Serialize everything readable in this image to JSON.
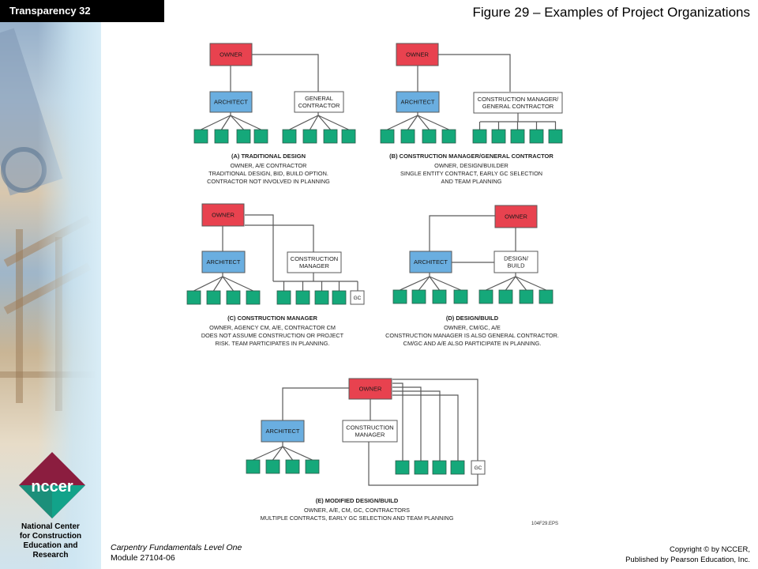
{
  "header": {
    "badge": "Transparency 32",
    "title": "Figure 29 – Examples of Project Organizations"
  },
  "sidebar": {
    "logo_text": "nccer",
    "org_name": [
      "National Center",
      "for Construction",
      "Education and",
      "Research"
    ]
  },
  "footer": {
    "course": "Carpentry Fundamentals Level One",
    "module": "Module 27104-06",
    "copyright": "Copyright © by NCCER,",
    "publisher": "Published by Pearson Education, Inc."
  },
  "colors": {
    "owner": "#e8424f",
    "architect": "#6aaee0",
    "contractor": "#ffffff",
    "sub": "#15a87a",
    "line": "#5a5a5a"
  },
  "diagrams": {
    "a": {
      "owner": "OWNER",
      "architect": "ARCHITECT",
      "contractor": [
        "GENERAL",
        "CONTRACTOR"
      ],
      "caption": "(A) TRADITIONAL DESIGN",
      "desc": [
        "OWNER, A/E CONTRACTOR",
        "TRADITIONAL DESIGN, BID, BUILD OPTION.",
        "CONTRACTOR NOT INVOLVED IN PLANNING"
      ]
    },
    "b": {
      "owner": "OWNER",
      "architect": "ARCHITECT",
      "contractor": [
        "CONSTRUCTION MANAGER/",
        "GENERAL CONTRACTOR"
      ],
      "caption": "(B) CONSTRUCTION MANAGER/GENERAL CONTRACTOR",
      "desc": [
        "OWNER, DESIGN/BUILDER",
        "SINGLE ENTITY CONTRACT, EARLY GC SELECTION",
        "AND TEAM PLANNING"
      ]
    },
    "c": {
      "owner": "OWNER",
      "architect": "ARCHITECT",
      "contractor": [
        "CONSTRUCTION",
        "MANAGER"
      ],
      "gc": "GC",
      "caption": "(C) CONSTRUCTION MANAGER",
      "desc": [
        "OWNER, AGENCY CM, A/E, CONTRACTOR CM",
        "DOES NOT ASSUME CONSTRUCTION OR PROJECT",
        "RISK. TEAM PARTICIPATES IN PLANNING."
      ]
    },
    "d": {
      "owner": "OWNER",
      "architect": "ARCHITECT",
      "contractor": [
        "DESIGN/",
        "BUILD"
      ],
      "caption": "(D) DESIGN/BUILD",
      "desc": [
        "OWNER, CM/GC, A/E",
        "CONSTRUCTION MANAGER IS ALSO GENERAL CONTRACTOR.",
        "CM/GC AND A/E ALSO PARTICIPATE IN PLANNING."
      ]
    },
    "e": {
      "owner": "OWNER",
      "architect": "ARCHITECT",
      "contractor": [
        "CONSTRUCTION",
        "MANAGER"
      ],
      "gc": "GC",
      "caption": "(E) MODIFIED DESIGN/BUILD",
      "desc": [
        "OWNER, A/E, CM, GC, CONTRACTORS",
        "MULTIPLE CONTRACTS, EARLY GC SELECTION AND TEAM PLANNING"
      ]
    },
    "code": "104F29.EPS"
  }
}
